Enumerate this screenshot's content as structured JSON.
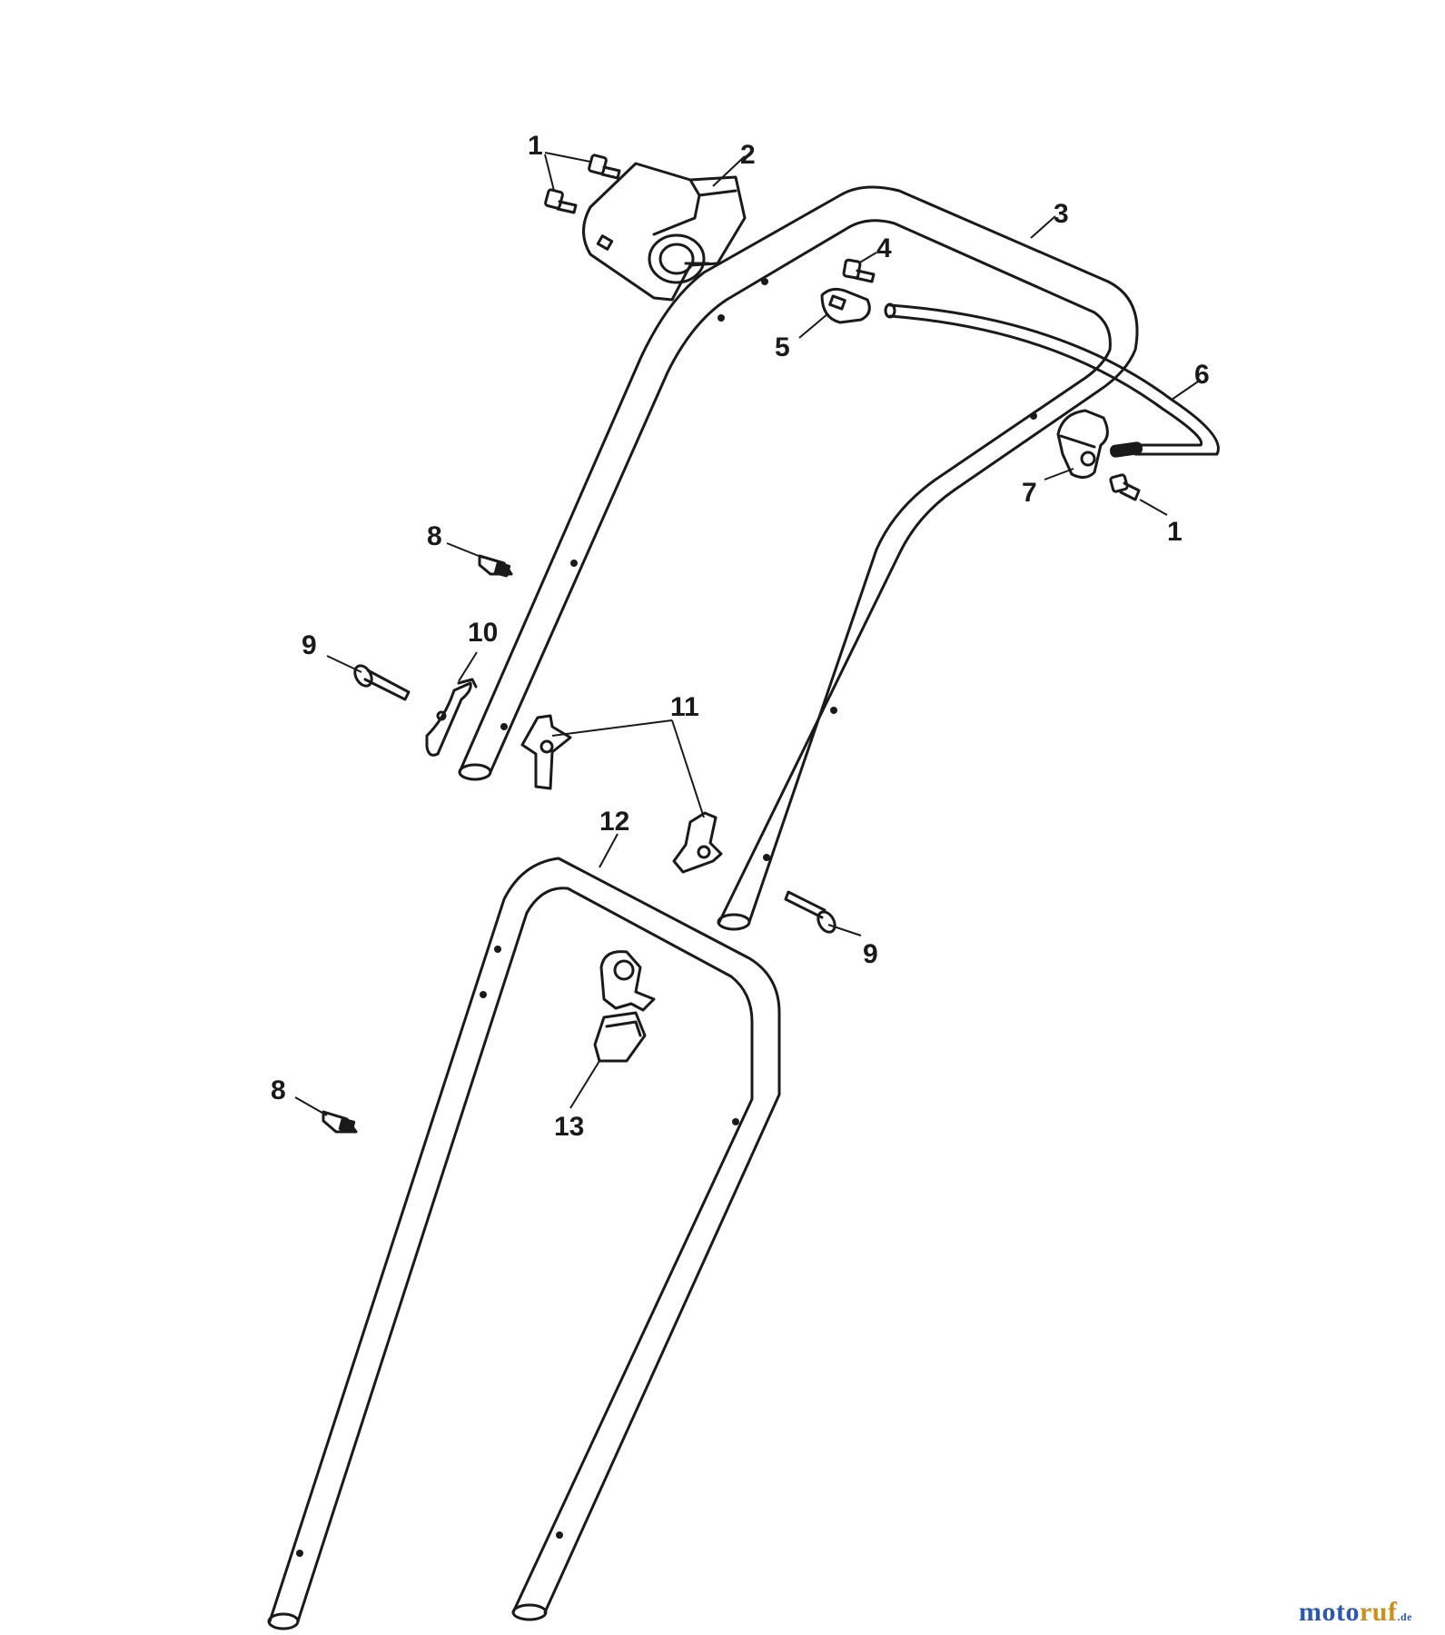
{
  "callouts": {
    "c1a": "1",
    "c1b": "1",
    "c2": "2",
    "c3": "3",
    "c4": "4",
    "c5": "5",
    "c6": "6",
    "c7": "7",
    "c8a": "8",
    "c8b": "8",
    "c9a": "9",
    "c9b": "9",
    "c10": "10",
    "c11": "11",
    "c12": "12",
    "c13": "13"
  },
  "watermark": {
    "part1": "moto",
    "part2": "ruf",
    "part3": ".de"
  },
  "colors": {
    "line": "#1a1a1a",
    "watermark_blue": "#2f58a8",
    "watermark_orange": "#c8901c"
  }
}
